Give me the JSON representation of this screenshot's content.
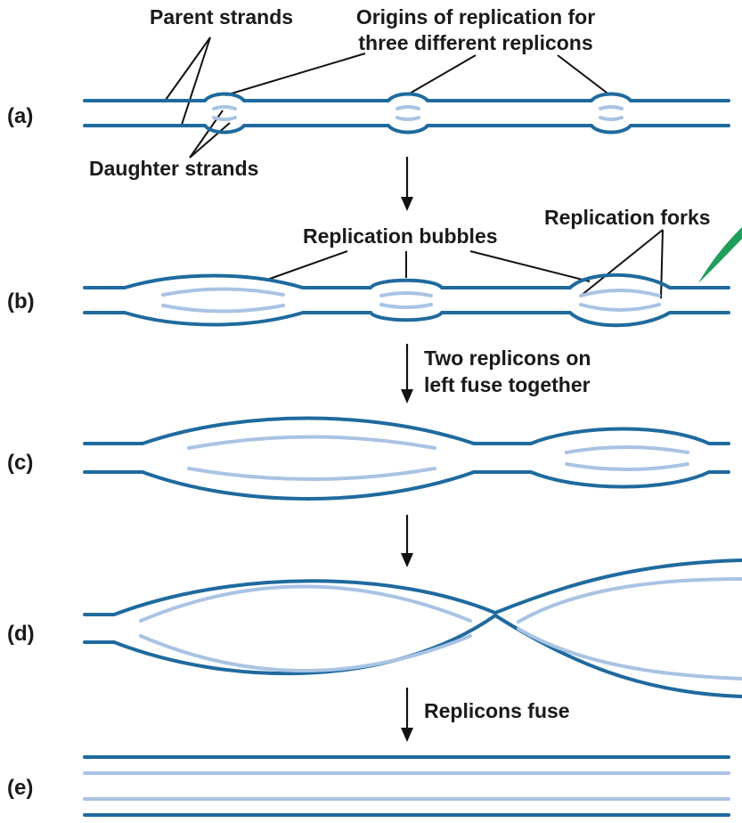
{
  "panels": {
    "a": "(a)",
    "b": "(b)",
    "c": "(c)",
    "d": "(d)",
    "e": "(e)"
  },
  "labels": {
    "parent_strands": "Parent strands",
    "origins_line1": "Origins of replication for",
    "origins_line2": "three different replicons",
    "daughter_strands": "Daughter strands",
    "replication_bubbles": "Replication bubbles",
    "replication_forks": "Replication forks",
    "two_replicons_line1": "Two replicons on",
    "two_replicons_line2": "left fuse together",
    "replicons_fuse": "Replicons fuse"
  },
  "colors": {
    "parent_strand": "#1f6a9e",
    "daughter_strand": "#a9c3e3",
    "fork_pointer": "#1f9e5a",
    "text": "#1a1a1a"
  }
}
